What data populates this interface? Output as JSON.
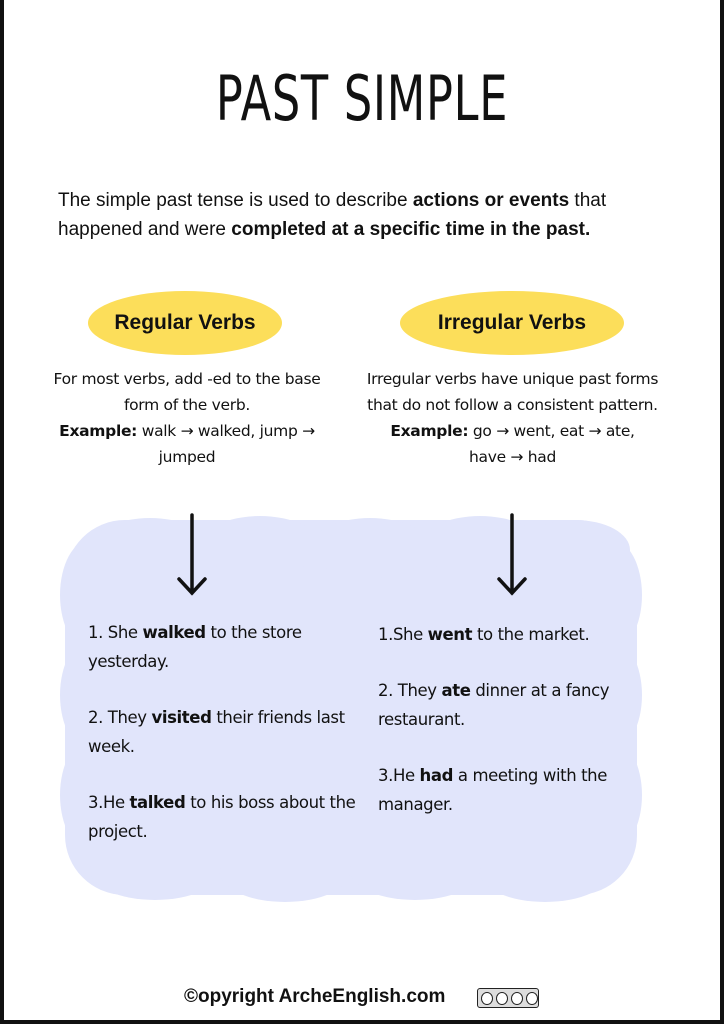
{
  "title": "PAST SIMPLE",
  "intro": {
    "t1": "The simple past tense is used to describe ",
    "b1": "actions or events",
    "t2": " that happened and were ",
    "b2": "completed at a specific time in the past."
  },
  "regular": {
    "label": "Regular Verbs",
    "desc": "For most verbs, add -ed to the base form of the verb.",
    "example_label": "Example:",
    "example": " walk → walked, jump → jumped",
    "sentences": [
      {
        "pre": "1. She ",
        "bold": "walked",
        "post": " to the store yesterday."
      },
      {
        "pre": "2. They ",
        "bold": "visited",
        "post": " their friends last week."
      },
      {
        "pre": "3.He ",
        "bold": "talked",
        "post": " to his boss about the project."
      }
    ]
  },
  "irregular": {
    "label": "Irregular Verbs",
    "desc": "Irregular verbs have unique past forms that do not follow a consistent pattern.",
    "example_label": "Example:",
    "example": " go → went, eat → ate, have → had",
    "sentences": [
      {
        "pre": "1.She ",
        "bold": "went",
        "post": " to the market."
      },
      {
        "pre": "2. They ",
        "bold": "ate",
        "post": " dinner at a fancy restaurant."
      },
      {
        "pre": "3.He ",
        "bold": "had",
        "post": " a meeting with the manager."
      }
    ]
  },
  "footer": {
    "copyright": "©opyright ArcheEnglish.com",
    "license_icon": "cc-by-nc-nd-icon"
  },
  "colors": {
    "pill": "#fcde5a",
    "cloud": "#e1e5fb"
  }
}
